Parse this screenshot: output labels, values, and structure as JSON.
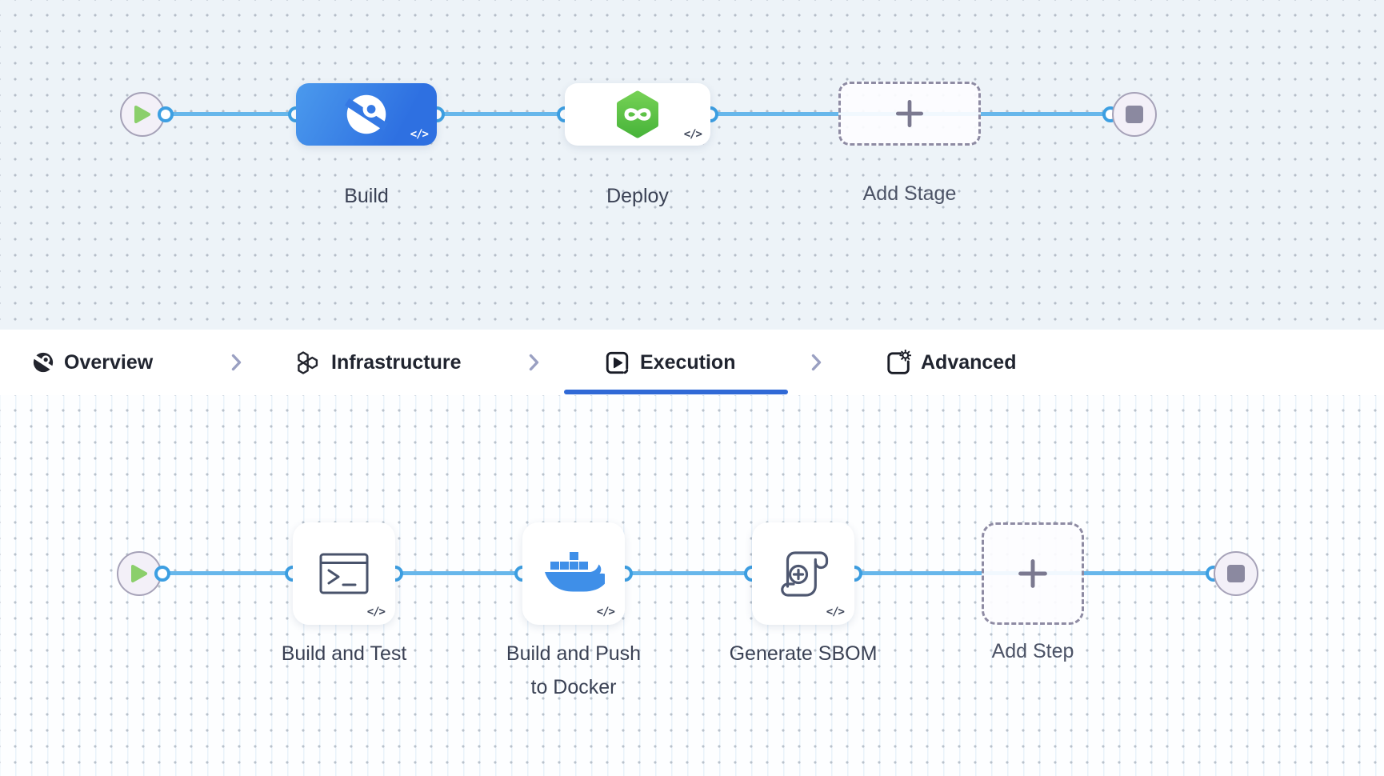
{
  "pipeline_stages": {
    "stages": [
      {
        "label": "Build",
        "icon": "harness-ci-icon"
      },
      {
        "label": "Deploy",
        "icon": "harness-cd-icon"
      }
    ],
    "add_stage_label": "Add Stage",
    "code_toggle_glyph": "</>"
  },
  "config_tabs": {
    "items": [
      {
        "label": "Overview",
        "icon": "ci-overview-icon",
        "active": false
      },
      {
        "label": "Infrastructure",
        "icon": "infrastructure-hexagons-icon",
        "active": false
      },
      {
        "label": "Execution",
        "icon": "execution-play-icon",
        "active": true
      },
      {
        "label": "Advanced",
        "icon": "advanced-gear-icon",
        "active": false
      }
    ]
  },
  "execution_steps": {
    "steps": [
      {
        "label": "Build and Test",
        "icon": "run-terminal-icon"
      },
      {
        "label": "Build and Push to Docker",
        "label_line1": "Build and Push",
        "label_line2": "to Docker",
        "icon": "docker-whale-icon"
      },
      {
        "label": "Generate SBOM",
        "icon": "sbom-scroll-icon"
      }
    ],
    "add_step_label": "Add Step",
    "code_toggle_glyph": "</>"
  },
  "colors": {
    "accent": "#3069d6",
    "edge": "#67b7eb",
    "edge-dot": "#3d9fe2",
    "ci-blue": "#2e70e1",
    "ci-blue-light": "#4b9aed",
    "cd-green": "#55bf42",
    "cd-green-light": "#74d054",
    "docker-blue": "#3f8fe8",
    "play-green": "#8bcf6b",
    "stop-gray": "#8b89a0"
  }
}
